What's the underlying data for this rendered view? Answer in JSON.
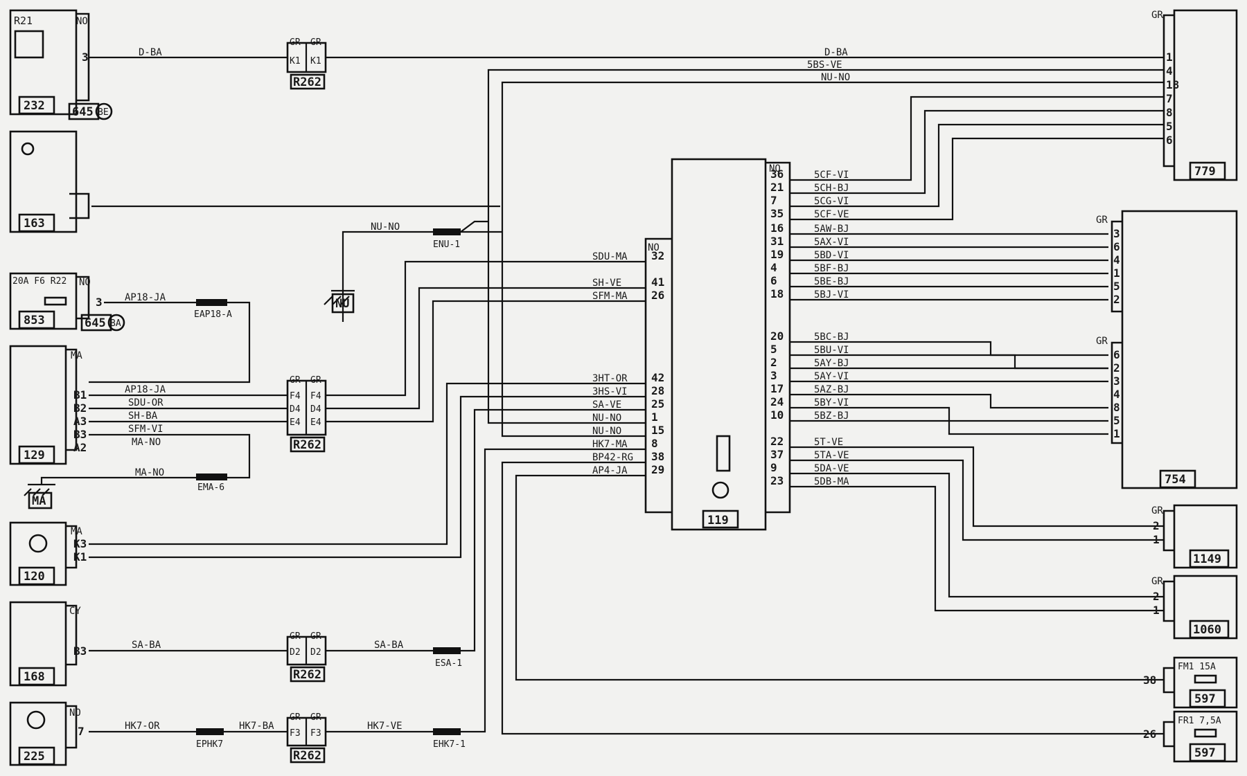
{
  "components": {
    "c232": {
      "id": "232",
      "code": "R21",
      "connector": "NO",
      "pin": "3",
      "ref": "645",
      "ref_sub": "BE"
    },
    "c163": {
      "id": "163"
    },
    "c853": {
      "id": "853",
      "fuse_label": "20A F6 R22",
      "connector": "NO",
      "pin": "3",
      "ref": "645",
      "ref_sub": "BA"
    },
    "c129": {
      "id": "129",
      "connector": "MA",
      "pins": [
        "B1",
        "B2",
        "A3",
        "B3",
        "A2"
      ]
    },
    "c120": {
      "id": "120",
      "connector": "MA",
      "pins": [
        "K3",
        "K1"
      ]
    },
    "c168": {
      "id": "168",
      "connector": "CY",
      "pin": "B3"
    },
    "c225": {
      "id": "225",
      "connector": "NO",
      "pin": "7"
    },
    "c119": {
      "id": "119",
      "left_conn": "NO",
      "right_conn": "NO"
    },
    "c779": {
      "id": "779",
      "connector": "GR",
      "pins": [
        "1",
        "4",
        "18",
        "7",
        "8",
        "5",
        "6"
      ]
    },
    "c754": {
      "id": "754",
      "conn_a": "GR",
      "conn_b": "GR",
      "pins_a": [
        "3",
        "6",
        "4",
        "1",
        "5",
        "2"
      ],
      "pins_b": [
        "6",
        "2",
        "3",
        "4",
        "8",
        "5",
        "1"
      ]
    },
    "c1149": {
      "id": "1149",
      "connector": "GR",
      "pins": [
        "2",
        "1"
      ]
    },
    "c1060": {
      "id": "1060",
      "connector": "GR",
      "pins": [
        "2",
        "1"
      ]
    },
    "c597a": {
      "id": "597",
      "fuse": "FM1 15A",
      "pin": "38"
    },
    "c597b": {
      "id": "597",
      "fuse": "FR1 7,5A",
      "pin": "26"
    }
  },
  "connectors": {
    "r262_top": {
      "id": "R262",
      "left": "GR",
      "right": "GR",
      "pin_l": "K1",
      "pin_r": "K1"
    },
    "r262_mid": {
      "id": "R262",
      "left": "GR",
      "right": "GR",
      "pins_l": [
        "F4",
        "D4",
        "E4"
      ],
      "pins_r": [
        "F4",
        "D4",
        "E4"
      ]
    },
    "r262_168": {
      "id": "R262",
      "left": "GR",
      "right": "GR",
      "pin_l": "D2",
      "pin_r": "D2"
    },
    "r262_225": {
      "id": "R262",
      "left": "GR",
      "right": "GR",
      "pin_l": "F3",
      "pin_r": "F3"
    }
  },
  "grounds": {
    "nu": "NU",
    "ma": "MA"
  },
  "splices": {
    "enu1": "ENU-1",
    "eap18": "EAP18-A",
    "ema6": "EMA-6",
    "esa1": "ESA-1",
    "ephk7": "EPHK7",
    "ehk7": "EHK7-1"
  },
  "wires": {
    "d_ba_left": "D-BA",
    "d_ba_right": "D-BA",
    "sbs_ve": "5BS-VE",
    "nu_no_top": "NU-NO",
    "nu_no_enu": "NU-NO",
    "ap18_ja_853": "AP18-JA",
    "ap18_ja_129": "AP18-JA",
    "sdu_or": "SDU-OR",
    "sh_ba": "SH-BA",
    "sfm_vi": "SFM-VI",
    "ma_no_129": "MA-NO",
    "ma_no_gnd": "MA-NO",
    "sa_ba": "SA-BA",
    "sa_ba_2": "SA-BA",
    "hk7_or": "HK7-OR",
    "hk7_ba": "HK7-BA",
    "hk7_ve": "HK7-VE"
  },
  "ecu_left": [
    {
      "wire": "SDU-MA",
      "pin": "32"
    },
    {
      "wire": "SH-VE",
      "pin": "41"
    },
    {
      "wire": "SFM-MA",
      "pin": "26"
    },
    {
      "wire": "3HT-OR",
      "pin": "42"
    },
    {
      "wire": "3HS-VI",
      "pin": "28"
    },
    {
      "wire": "SA-VE",
      "pin": "25"
    },
    {
      "wire": "NU-NO",
      "pin": "1"
    },
    {
      "wire": "NU-NO",
      "pin": "15"
    },
    {
      "wire": "HK7-MA",
      "pin": "8"
    },
    {
      "wire": "BP42-RG",
      "pin": "38"
    },
    {
      "wire": "AP4-JA",
      "pin": "29"
    }
  ],
  "ecu_right": [
    {
      "pin": "36",
      "wire": "5CF-VI"
    },
    {
      "pin": "21",
      "wire": "5CH-BJ"
    },
    {
      "pin": "7",
      "wire": "5CG-VI"
    },
    {
      "pin": "35",
      "wire": "5CF-VE"
    },
    {
      "pin": "16",
      "wire": "5AW-BJ"
    },
    {
      "pin": "31",
      "wire": "5AX-VI"
    },
    {
      "pin": "19",
      "wire": "5BD-VI"
    },
    {
      "pin": "4",
      "wire": "5BF-BJ"
    },
    {
      "pin": "6",
      "wire": "5BE-BJ"
    },
    {
      "pin": "18",
      "wire": "5BJ-VI"
    },
    {
      "pin": "20",
      "wire": "5BC-BJ"
    },
    {
      "pin": "5",
      "wire": "5BU-VI"
    },
    {
      "pin": "2",
      "wire": "5AY-BJ"
    },
    {
      "pin": "3",
      "wire": "5AY-VI"
    },
    {
      "pin": "17",
      "wire": "5AZ-BJ"
    },
    {
      "pin": "24",
      "wire": "5BY-VI"
    },
    {
      "pin": "10",
      "wire": "5BZ-BJ"
    },
    {
      "pin": "22",
      "wire": "5T-VE"
    },
    {
      "pin": "37",
      "wire": "5TA-VE"
    },
    {
      "pin": "9",
      "wire": "5DA-VE"
    },
    {
      "pin": "23",
      "wire": "5DB-MA"
    }
  ]
}
